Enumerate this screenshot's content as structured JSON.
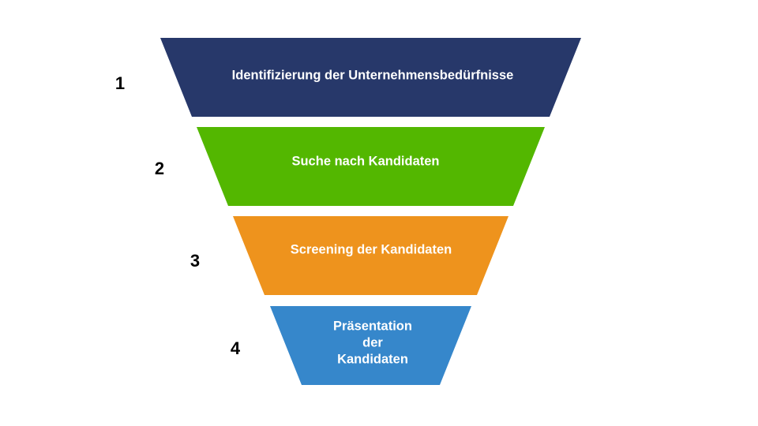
{
  "stages": [
    {
      "number": "1",
      "label": "Identifizierung der Unternehmensbedürfnisse",
      "color": "#27386a"
    },
    {
      "number": "2",
      "label": "Suche nach Kandidaten",
      "color": "#53b700"
    },
    {
      "number": "3",
      "label": "Screening der Kandidaten",
      "color": "#ee931d"
    },
    {
      "number": "4",
      "label_lines": [
        "Präsentation",
        "der",
        "Kandidaten"
      ],
      "color": "#3687cb"
    }
  ]
}
